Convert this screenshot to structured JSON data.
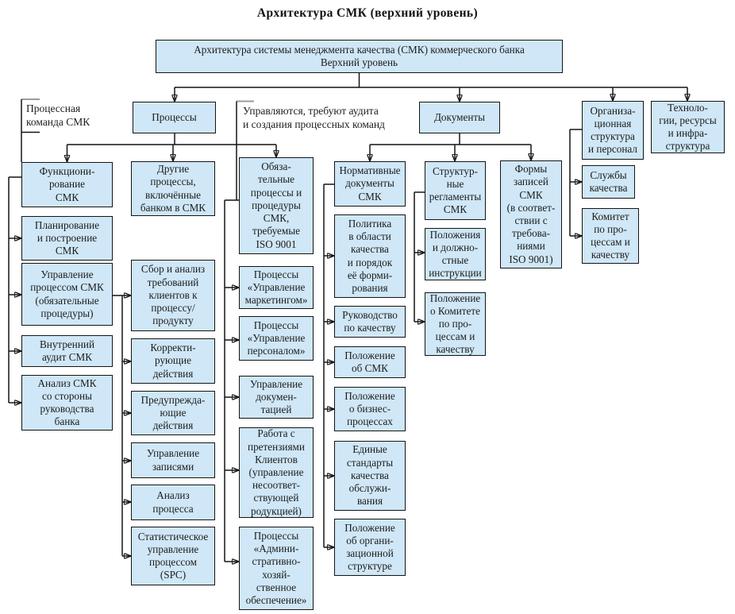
{
  "title": "Архитектура СМК (верхний уровень)",
  "annotations": {
    "process_team": "Процессная\nкоманда СМК",
    "managed_note": "Управляются, требуют аудита\nи создания процессных команд"
  },
  "nodes": {
    "root": "Архитектура системы менеджмента качества (СМК) коммерческого банка\nВерхний уровень",
    "processes": "Процессы",
    "documents": "Документы",
    "org_structure": "Организа-\nционная\nструктура\nи персонал",
    "technologies": "Техноло-\nгии, ресурсы\nи инфра-\nструктура",
    "functioning_smk": "Функциони-\nрование\nСМК",
    "planning_smk": "Планирование\nи построение\nСМК",
    "smk_process_management": "Управление\nпроцессом СМК\n(обязательные\nпроцедуры)",
    "internal_audit": "Внутренний\nаудит СМК",
    "management_review": "Анализ СМК\nсо стороны\nруководства\nбанка",
    "other_processes": "Другие\nпроцессы,\nвключённые\nбанком в СМК",
    "client_requirements": "Сбор и анализ\nтребований\nклиентов к\nпроцессу/\nпродукту",
    "corrective_actions": "Корректи-\nрующие\nдействия",
    "preventive_actions": "Предупрежда-\nющие\nдействия",
    "records_management": "Управление\nзаписями",
    "process_analysis": "Анализ\nпроцесса",
    "spc": "Статистическое\nуправление\nпроцессом\n(SPC)",
    "mandatory_processes": "Обяза-\nтельные\nпроцессы и\nпроцедуры\nСМК,\nтребуемые\nISO 9001",
    "marketing_processes": "Процессы\n«Управление\nмаркетингом»",
    "personnel_processes": "Процессы\n«Управление\nперсоналом»",
    "document_management": "Управление\nдокумен-\nтацией",
    "client_claims": "Работа с\nпретензиями\nКлиентов\n(управление\nнесоответ-\nствующей\nродукцией)",
    "admin_support": "Процессы\n«Админи-\nстративно-\nхозяй-\nственное\nобеспечение»",
    "normative_documents": "Нормативные\nдокументы\nСМК",
    "quality_policy": "Политика\nв области\nкачества\nи порядок\nеё форми-\nрования",
    "quality_manual": "Руководство\nпо качеству",
    "smk_regulation": "Положение\nоб СМК",
    "business_process_regulation": "Положение\nо бизнес-\nпроцессах",
    "service_quality_standards": "Единые\nстандарты\nкачества\nобслужи-\nвания",
    "org_structure_regulation": "Положение\nоб органи-\nзационной\nструктуре",
    "structural_regulations": "Структур-\nные\nрегламенты\nСМК",
    "job_instructions": "Положения\nи должно-\nстные\nинструкции",
    "committee_regulation": "Положение\nо Комитете\nпо про-\nцессам и\nкачеству",
    "record_forms": "Формы\nзаписей\nСМК\n(в соответ-\nствии с\nтребова-\nниями\nISO 9001)",
    "quality_services": "Службы\nкачества",
    "quality_committee": "Комитет\nпо про-\nцессам и\nкачеству"
  },
  "colors": {
    "box_fill": "#cfe7f6",
    "box_border": "#141414",
    "connector_line": "#141414",
    "bracket_tick_gray": "#9b9b9b",
    "text": "#1c1c1c",
    "background": "#ffffff"
  }
}
